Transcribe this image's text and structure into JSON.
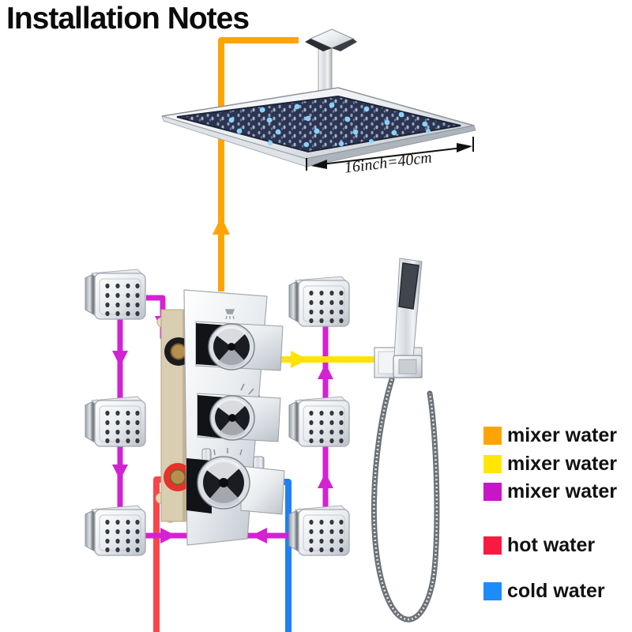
{
  "title": "Installation Notes",
  "dimension_label": "16inch=40cm",
  "legend": {
    "items": [
      {
        "label": "mixer water",
        "color": "#FFA404"
      },
      {
        "label": "mixer water",
        "color": "#FFE606"
      },
      {
        "label": "mixer water",
        "color": "#C815C8"
      },
      {
        "label": "hot water",
        "color": "#F81A40"
      },
      {
        "label": "cold water",
        "color": "#1E8CF8"
      }
    ]
  },
  "colors": {
    "line_orange": "#FFA404",
    "line_yellow": "#FFE206",
    "line_magenta": "#D322D3",
    "line_red": "#F8474B",
    "line_blue": "#1F80F5"
  }
}
